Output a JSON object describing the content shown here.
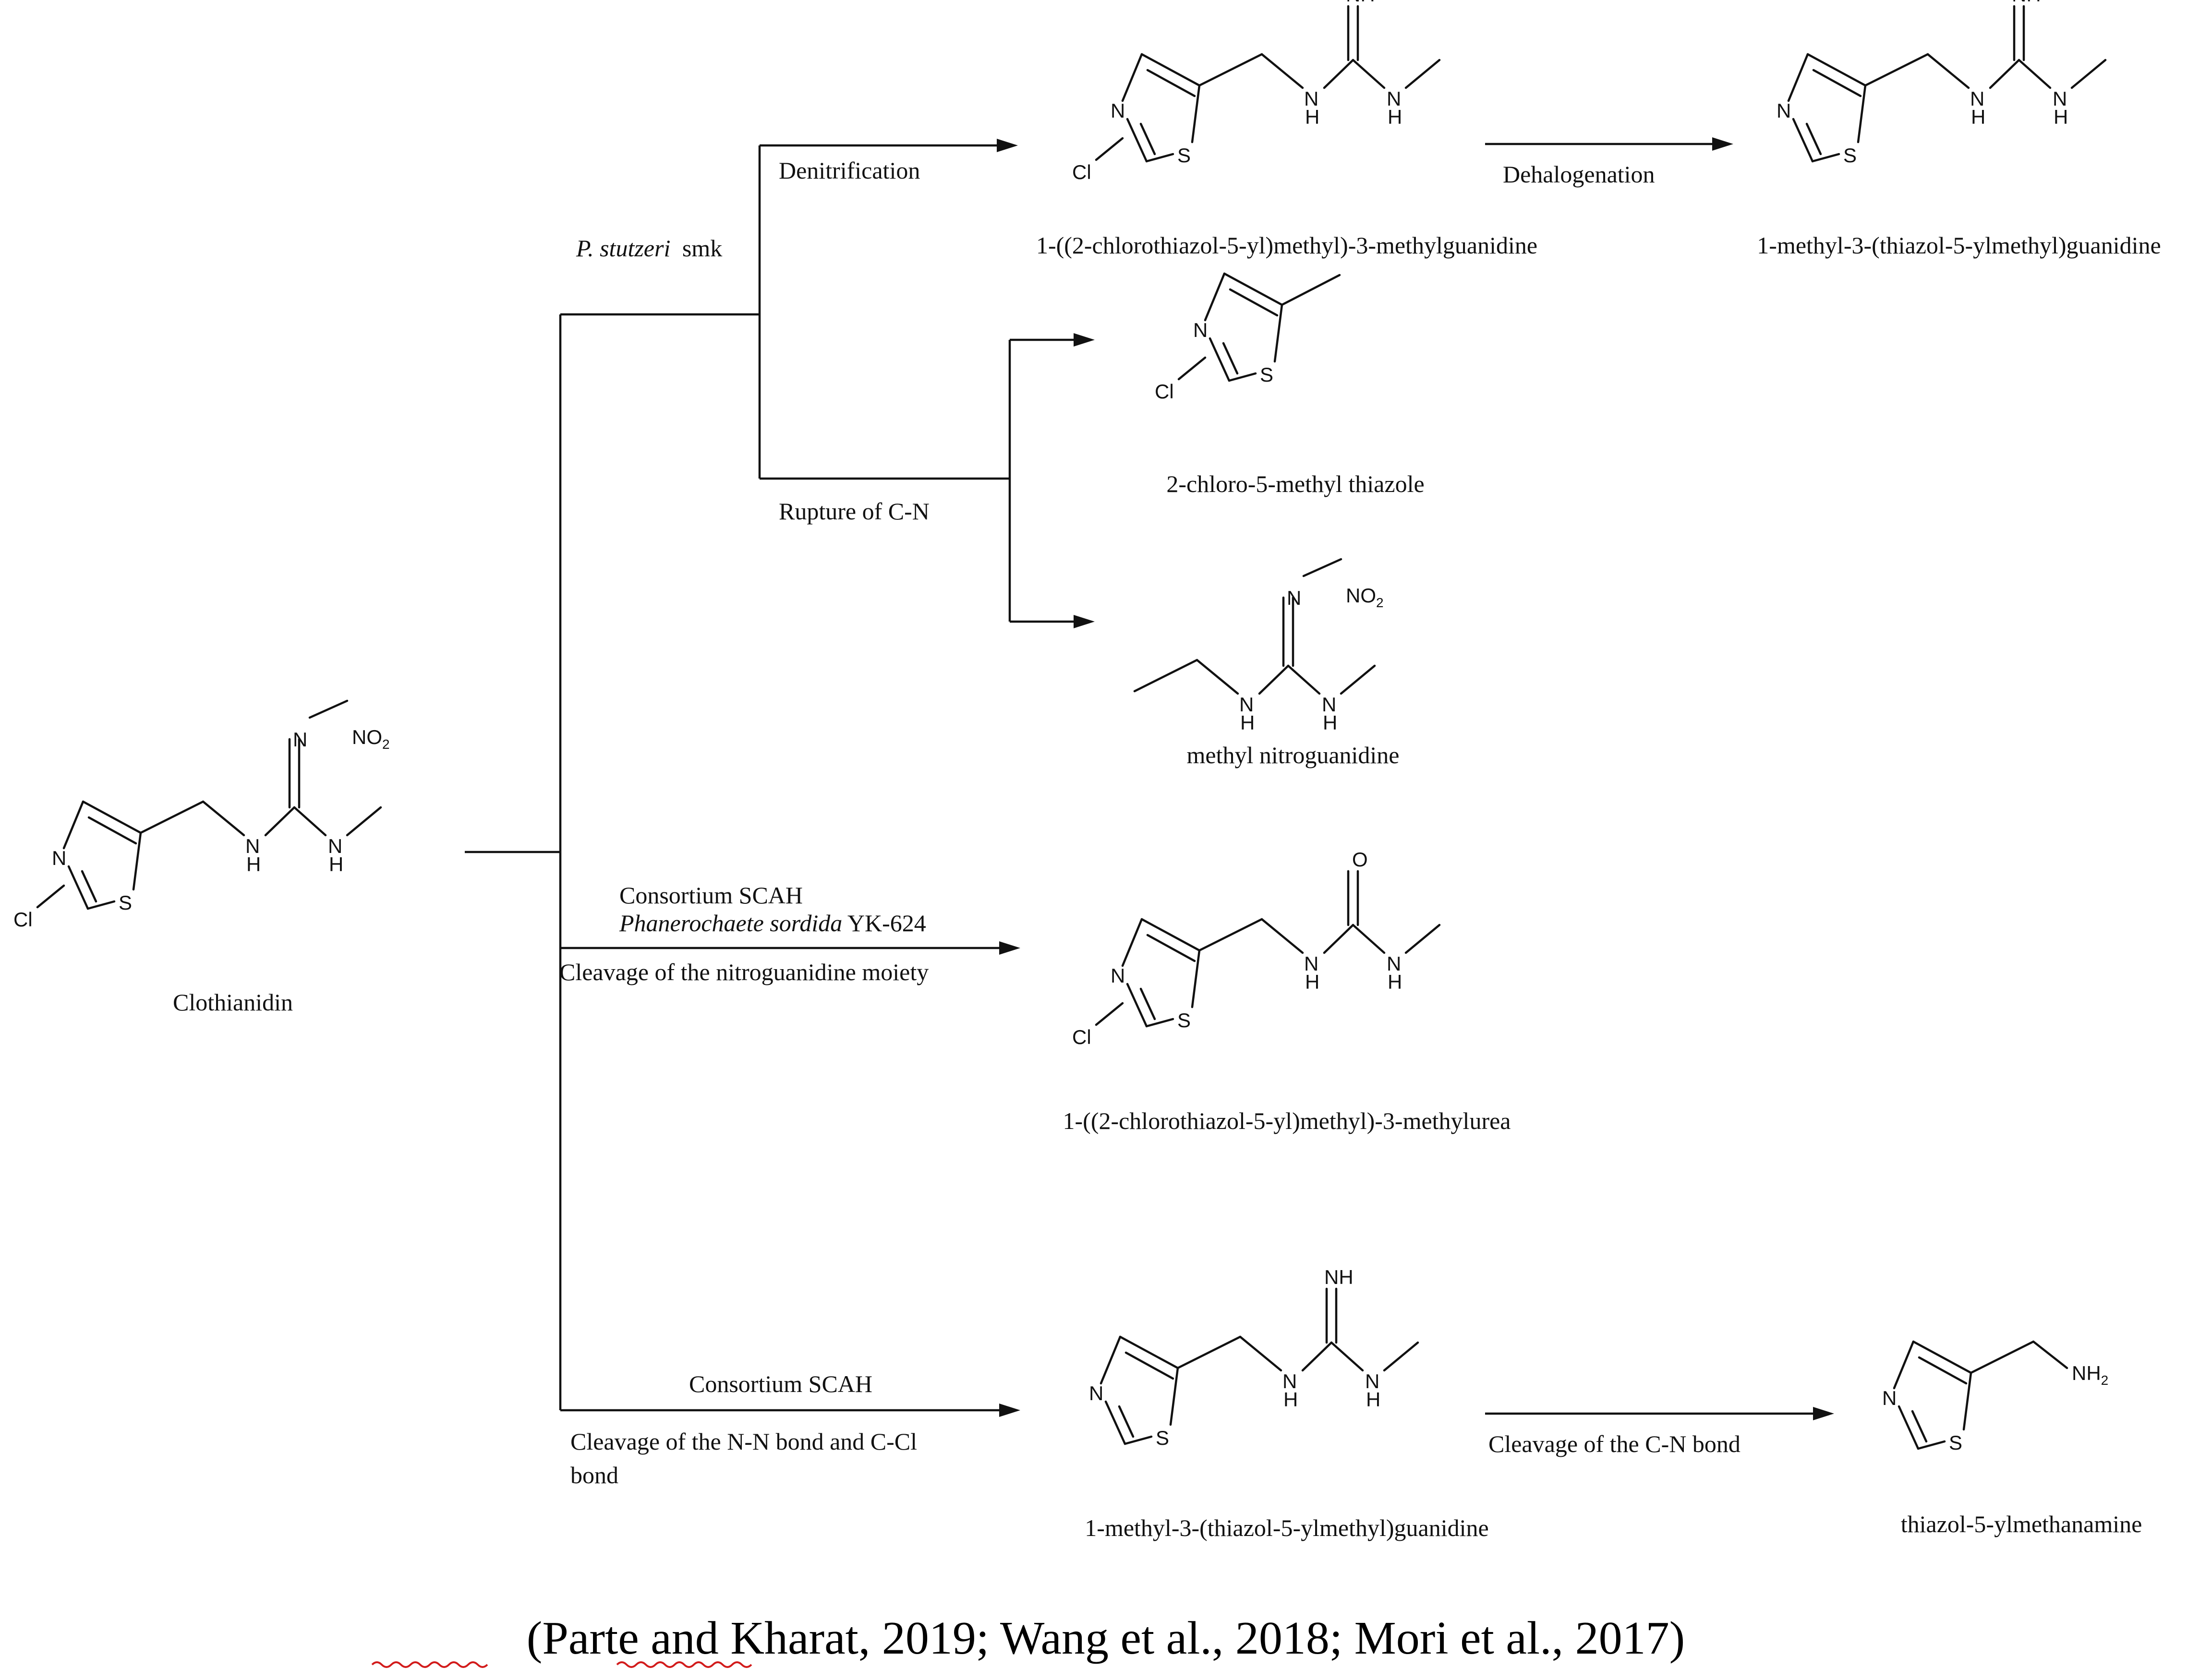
{
  "diagram": {
    "nodes": {
      "start": {
        "name": "Clothianidin",
        "atoms": {
          "n": "N",
          "s": "S",
          "cl": "Cl",
          "nh": "N",
          "h": "H",
          "nh2": "N",
          "h2": "H",
          "n_top": "N",
          "no2": "NO",
          "no2_sub": "2"
        }
      },
      "p1": {
        "name": "1-((2-chlorothiazol-5-yl)methyl)-3-methylguanidine",
        "atoms": {
          "n": "N",
          "s": "S",
          "cl": "Cl",
          "imine": "NH",
          "nh": "N",
          "h": "H",
          "nh2": "N",
          "h2": "H"
        }
      },
      "p2": {
        "name": "1-methyl-3-(thiazol-5-ylmethyl)guanidine",
        "atoms": {
          "n": "N",
          "s": "S",
          "imine": "NH",
          "nh": "N",
          "h": "H",
          "nh2": "N",
          "h2": "H"
        }
      },
      "p3": {
        "name": "2-chloro-5-methyl thiazole",
        "atoms": {
          "n": "N",
          "s": "S",
          "cl": "Cl"
        }
      },
      "p4": {
        "name": "methyl nitroguanidine",
        "atoms": {
          "nh": "N",
          "h": "H",
          "nh2": "N",
          "h2": "H",
          "n_top": "N",
          "no2": "NO",
          "no2_sub": "2"
        }
      },
      "p5": {
        "name": "1-((2-chlorothiazol-5-yl)methyl)-3-methylurea",
        "atoms": {
          "n": "N",
          "s": "S",
          "cl": "Cl",
          "o": "O",
          "nh": "N",
          "h": "H",
          "nh2": "N",
          "h2": "H"
        }
      },
      "p6": {
        "name": "1-methyl-3-(thiazol-5-ylmethyl)guanidine",
        "atoms": {
          "n": "N",
          "s": "S",
          "imine": "NH",
          "nh": "N",
          "h": "H",
          "nh2": "N",
          "h2": "H"
        }
      },
      "p7": {
        "name": "thiazol-5-ylmethanamine",
        "atoms": {
          "n": "N",
          "s": "S",
          "nh2": "NH",
          "nh2_sub": "2"
        }
      }
    },
    "conditions": {
      "organism_top": "P. stutzeri",
      "organism_top_suffix": "smk",
      "denitrification": "Denitrification",
      "dehalogenation": "Dehalogenation",
      "rupture": "Rupture of C-N",
      "consortium1": "Consortium SCAH",
      "phanerochaete": "Phanerochaete sordida",
      "phanerochaete_suffix": " YK-624",
      "cleavage_nitro": "Cleavage of the nitroguanidine moiety",
      "consortium2": "Consortium SCAH",
      "cleavage_nn_line1": "Cleavage of the N-N bond and C-Cl",
      "cleavage_nn_line2": "bond",
      "cleavage_cn": "Cleavage of the C-N bond"
    },
    "citation": {
      "open": "(",
      "author1": "Parte",
      "and": " and ",
      "author2": "Kharat",
      "rest": ", 2019; Wang et al., 2018; Mori et al., 2017)"
    }
  }
}
